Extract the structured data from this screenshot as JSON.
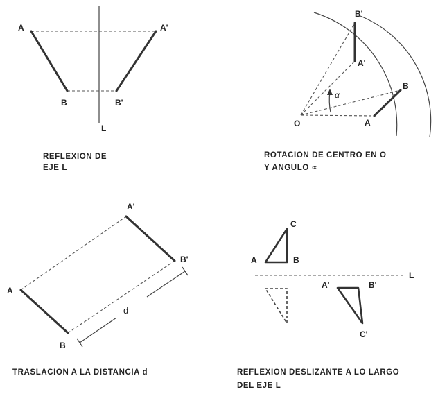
{
  "panels": {
    "reflexion": {
      "points": {
        "A": "A",
        "A_prime": "A'",
        "B": "B",
        "B_prime": "B'",
        "L": "L"
      },
      "caption_line1": "REFLEXION DE",
      "caption_line2": "EJE L"
    },
    "rotacion": {
      "points": {
        "O": "O",
        "A": "A",
        "B": "B",
        "A_prime": "A'",
        "B_prime": "B'",
        "alpha": "α"
      },
      "caption_line1": "ROTACION DE CENTRO EN O",
      "caption_line2": "Y ANGULO ∝"
    },
    "traslacion": {
      "points": {
        "A": "A",
        "B": "B",
        "A_prime": "A'",
        "B_prime": "B'",
        "d": "d"
      },
      "caption": "TRASLACION A LA DISTANCIA d"
    },
    "deslizante": {
      "points": {
        "A": "A",
        "B": "B",
        "C": "C",
        "A_prime": "A'",
        "B_prime": "B'",
        "C_prime": "C'",
        "L": "L"
      },
      "caption_line1": "REFLEXION DESLIZANTE A LO LARGO",
      "caption_line2": "DEL EJE L"
    }
  }
}
